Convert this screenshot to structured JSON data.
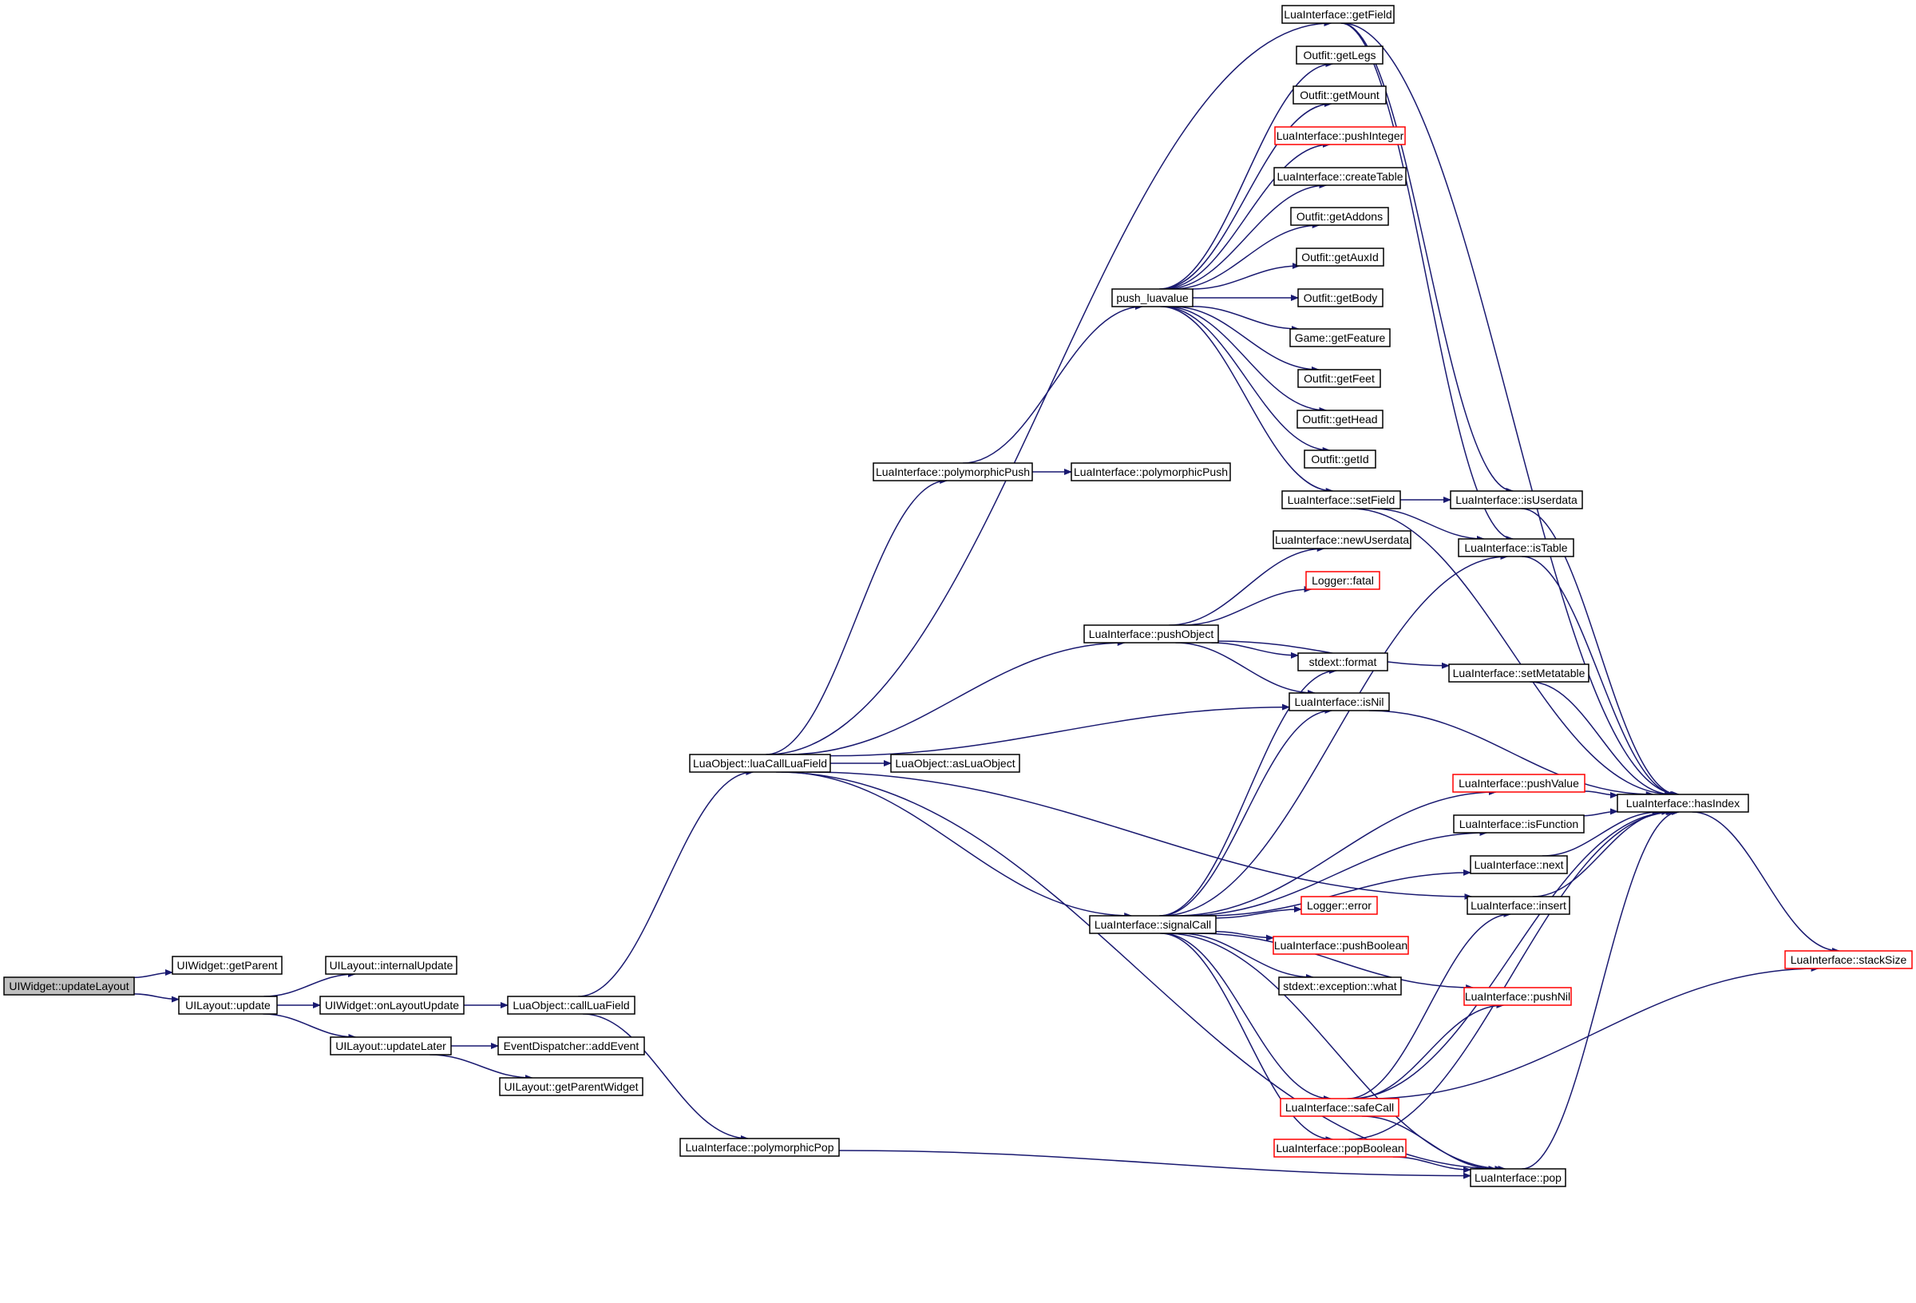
{
  "colors": {
    "edge": "#191970",
    "node_border": "#000000",
    "node_border_warn": "#ff0000",
    "root_fill": "#bfbfbf",
    "background": "#ffffff"
  },
  "nodes": [
    {
      "id": "uiwidget_updatelayout",
      "label": "UIWidget::updateLayout",
      "kind": "root"
    },
    {
      "id": "uiwidget_getparent",
      "label": "UIWidget::getParent",
      "kind": "normal"
    },
    {
      "id": "uilayout_update",
      "label": "UILayout::update",
      "kind": "normal"
    },
    {
      "id": "uilayout_internalupdate",
      "label": "UILayout::internalUpdate",
      "kind": "normal"
    },
    {
      "id": "uiwidget_onlayoutupdate",
      "label": "UIWidget::onLayoutUpdate",
      "kind": "normal"
    },
    {
      "id": "uilayout_updatelater",
      "label": "UILayout::updateLater",
      "kind": "normal"
    },
    {
      "id": "luaobject_callluafield",
      "label": "LuaObject::callLuaField",
      "kind": "normal"
    },
    {
      "id": "eventdispatcher_addevent",
      "label": "EventDispatcher::addEvent",
      "kind": "normal"
    },
    {
      "id": "uilayout_getparentwidget",
      "label": "UILayout::getParentWidget",
      "kind": "normal"
    },
    {
      "id": "luaobject_luacallluafield",
      "label": "LuaObject::luaCallLuaField",
      "kind": "normal"
    },
    {
      "id": "luainterface_polymorphicpop",
      "label": "LuaInterface::polymorphicPop",
      "kind": "normal"
    },
    {
      "id": "luaobject_asluaobject",
      "label": "LuaObject::asLuaObject",
      "kind": "normal"
    },
    {
      "id": "luainterface_polymorphicpush",
      "label": "LuaInterface::polymorphicPush",
      "kind": "normal"
    },
    {
      "id": "luainterface_polymorphicpush2",
      "label": "LuaInterface::polymorphicPush",
      "kind": "normal"
    },
    {
      "id": "push_luavalue",
      "label": "push_luavalue",
      "kind": "normal"
    },
    {
      "id": "luainterface_pushobject",
      "label": "LuaInterface::pushObject",
      "kind": "normal"
    },
    {
      "id": "luainterface_signalcall",
      "label": "LuaInterface::signalCall",
      "kind": "normal"
    },
    {
      "id": "luainterface_getfield",
      "label": "LuaInterface::getField",
      "kind": "normal"
    },
    {
      "id": "outfit_getlegs",
      "label": "Outfit::getLegs",
      "kind": "normal"
    },
    {
      "id": "outfit_getmount",
      "label": "Outfit::getMount",
      "kind": "normal"
    },
    {
      "id": "luainterface_pushinteger",
      "label": "LuaInterface::pushInteger",
      "kind": "warn"
    },
    {
      "id": "luainterface_createtable",
      "label": "LuaInterface::createTable",
      "kind": "normal"
    },
    {
      "id": "outfit_getaddons",
      "label": "Outfit::getAddons",
      "kind": "normal"
    },
    {
      "id": "outfit_getauxid",
      "label": "Outfit::getAuxId",
      "kind": "normal"
    },
    {
      "id": "outfit_getbody",
      "label": "Outfit::getBody",
      "kind": "normal"
    },
    {
      "id": "game_getfeature",
      "label": "Game::getFeature",
      "kind": "normal"
    },
    {
      "id": "outfit_getfeet",
      "label": "Outfit::getFeet",
      "kind": "normal"
    },
    {
      "id": "outfit_gethead",
      "label": "Outfit::getHead",
      "kind": "normal"
    },
    {
      "id": "outfit_getid",
      "label": "Outfit::getId",
      "kind": "normal"
    },
    {
      "id": "luainterface_setfield",
      "label": "LuaInterface::setField",
      "kind": "normal"
    },
    {
      "id": "luainterface_newuserdata",
      "label": "LuaInterface::newUserdata",
      "kind": "normal"
    },
    {
      "id": "logger_fatal",
      "label": "Logger::fatal",
      "kind": "warn"
    },
    {
      "id": "stdext_format",
      "label": "stdext::format",
      "kind": "normal"
    },
    {
      "id": "luainterface_isnil",
      "label": "LuaInterface::isNil",
      "kind": "normal"
    },
    {
      "id": "luainterface_isuserdata",
      "label": "LuaInterface::isUserdata",
      "kind": "normal"
    },
    {
      "id": "luainterface_istable",
      "label": "LuaInterface::isTable",
      "kind": "normal"
    },
    {
      "id": "luainterface_setmetatable",
      "label": "LuaInterface::setMetatable",
      "kind": "normal"
    },
    {
      "id": "luainterface_pushvalue",
      "label": "LuaInterface::pushValue",
      "kind": "warn"
    },
    {
      "id": "luainterface_isfunction",
      "label": "LuaInterface::isFunction",
      "kind": "normal"
    },
    {
      "id": "luainterface_hasindex",
      "label": "LuaInterface::hasIndex",
      "kind": "normal"
    },
    {
      "id": "luainterface_next",
      "label": "LuaInterface::next",
      "kind": "normal"
    },
    {
      "id": "luainterface_insert",
      "label": "LuaInterface::insert",
      "kind": "normal"
    },
    {
      "id": "logger_error",
      "label": "Logger::error",
      "kind": "warn"
    },
    {
      "id": "luainterface_pushboolean",
      "label": "LuaInterface::pushBoolean",
      "kind": "warn"
    },
    {
      "id": "stdext_exception_what",
      "label": "stdext::exception::what",
      "kind": "normal"
    },
    {
      "id": "luainterface_pushnil",
      "label": "LuaInterface::pushNil",
      "kind": "warn"
    },
    {
      "id": "luainterface_stacksize",
      "label": "LuaInterface::stackSize",
      "kind": "warn"
    },
    {
      "id": "luainterface_safecall",
      "label": "LuaInterface::safeCall",
      "kind": "warn"
    },
    {
      "id": "luainterface_popboolean",
      "label": "LuaInterface::popBoolean",
      "kind": "warn"
    },
    {
      "id": "luainterface_pop",
      "label": "LuaInterface::pop",
      "kind": "normal"
    }
  ],
  "edges": [
    [
      "uiwidget_updatelayout",
      "uiwidget_getparent"
    ],
    [
      "uiwidget_updatelayout",
      "uilayout_update"
    ],
    [
      "uilayout_update",
      "uilayout_internalupdate"
    ],
    [
      "uilayout_update",
      "uiwidget_onlayoutupdate"
    ],
    [
      "uilayout_update",
      "uilayout_updatelater"
    ],
    [
      "uiwidget_onlayoutupdate",
      "luaobject_callluafield"
    ],
    [
      "uilayout_updatelater",
      "eventdispatcher_addevent"
    ],
    [
      "uilayout_updatelater",
      "uilayout_getparentwidget"
    ],
    [
      "luaobject_callluafield",
      "luaobject_luacallluafield"
    ],
    [
      "luaobject_callluafield",
      "luainterface_polymorphicpop"
    ],
    [
      "luainterface_polymorphicpop",
      "luainterface_pop"
    ],
    [
      "luaobject_luacallluafield",
      "luaobject_asluaobject"
    ],
    [
      "luaobject_luacallluafield",
      "luainterface_polymorphicpush"
    ],
    [
      "luaobject_luacallluafield",
      "luainterface_getfield"
    ],
    [
      "luaobject_luacallluafield",
      "luainterface_pushobject"
    ],
    [
      "luaobject_luacallluafield",
      "luainterface_isnil"
    ],
    [
      "luaobject_luacallluafield",
      "luainterface_signalcall"
    ],
    [
      "luaobject_luacallluafield",
      "luainterface_insert"
    ],
    [
      "luaobject_luacallluafield",
      "luainterface_pop"
    ],
    [
      "luainterface_polymorphicpush",
      "luainterface_polymorphicpush2"
    ],
    [
      "luainterface_polymorphicpush",
      "push_luavalue"
    ],
    [
      "push_luavalue",
      "outfit_getlegs"
    ],
    [
      "push_luavalue",
      "outfit_getmount"
    ],
    [
      "push_luavalue",
      "luainterface_pushinteger"
    ],
    [
      "push_luavalue",
      "luainterface_createtable"
    ],
    [
      "push_luavalue",
      "outfit_getaddons"
    ],
    [
      "push_luavalue",
      "outfit_getauxid"
    ],
    [
      "push_luavalue",
      "outfit_getbody"
    ],
    [
      "push_luavalue",
      "game_getfeature"
    ],
    [
      "push_luavalue",
      "outfit_getfeet"
    ],
    [
      "push_luavalue",
      "outfit_gethead"
    ],
    [
      "push_luavalue",
      "outfit_getid"
    ],
    [
      "push_luavalue",
      "luainterface_setfield"
    ],
    [
      "luainterface_getfield",
      "luainterface_isuserdata"
    ],
    [
      "luainterface_getfield",
      "luainterface_istable"
    ],
    [
      "luainterface_getfield",
      "luainterface_hasindex"
    ],
    [
      "luainterface_setfield",
      "luainterface_isuserdata"
    ],
    [
      "luainterface_setfield",
      "luainterface_istable"
    ],
    [
      "luainterface_setfield",
      "luainterface_hasindex"
    ],
    [
      "luainterface_isuserdata",
      "luainterface_hasindex"
    ],
    [
      "luainterface_istable",
      "luainterface_hasindex"
    ],
    [
      "luainterface_pushobject",
      "luainterface_newuserdata"
    ],
    [
      "luainterface_pushobject",
      "logger_fatal"
    ],
    [
      "luainterface_pushobject",
      "stdext_format"
    ],
    [
      "luainterface_pushobject",
      "luainterface_isnil"
    ],
    [
      "luainterface_pushobject",
      "luainterface_setmetatable"
    ],
    [
      "luainterface_setmetatable",
      "luainterface_hasindex"
    ],
    [
      "luainterface_isnil",
      "luainterface_hasindex"
    ],
    [
      "luainterface_pushvalue",
      "luainterface_hasindex"
    ],
    [
      "luainterface_isfunction",
      "luainterface_hasindex"
    ],
    [
      "luainterface_next",
      "luainterface_hasindex"
    ],
    [
      "luainterface_insert",
      "luainterface_hasindex"
    ],
    [
      "luainterface_hasindex",
      "luainterface_stacksize"
    ],
    [
      "luainterface_signalcall",
      "stdext_format"
    ],
    [
      "luainterface_signalcall",
      "luainterface_isnil"
    ],
    [
      "luainterface_signalcall",
      "luainterface_istable"
    ],
    [
      "luainterface_signalcall",
      "luainterface_pushvalue"
    ],
    [
      "luainterface_signalcall",
      "luainterface_isfunction"
    ],
    [
      "luainterface_signalcall",
      "luainterface_next"
    ],
    [
      "luainterface_signalcall",
      "logger_error"
    ],
    [
      "luainterface_signalcall",
      "luainterface_pushboolean"
    ],
    [
      "luainterface_signalcall",
      "stdext_exception_what"
    ],
    [
      "luainterface_signalcall",
      "luainterface_pushnil"
    ],
    [
      "luainterface_signalcall",
      "luainterface_safecall"
    ],
    [
      "luainterface_signalcall",
      "luainterface_popboolean"
    ],
    [
      "luainterface_signalcall",
      "luainterface_pop"
    ],
    [
      "luainterface_safecall",
      "luainterface_insert"
    ],
    [
      "luainterface_safecall",
      "luainterface_pushnil"
    ],
    [
      "luainterface_safecall",
      "luainterface_hasindex"
    ],
    [
      "luainterface_safecall",
      "luainterface_stacksize"
    ],
    [
      "luainterface_safecall",
      "luainterface_pop"
    ],
    [
      "luainterface_popboolean",
      "luainterface_hasindex"
    ],
    [
      "luainterface_popboolean",
      "luainterface_pop"
    ],
    [
      "luainterface_pop",
      "luainterface_hasindex"
    ]
  ]
}
